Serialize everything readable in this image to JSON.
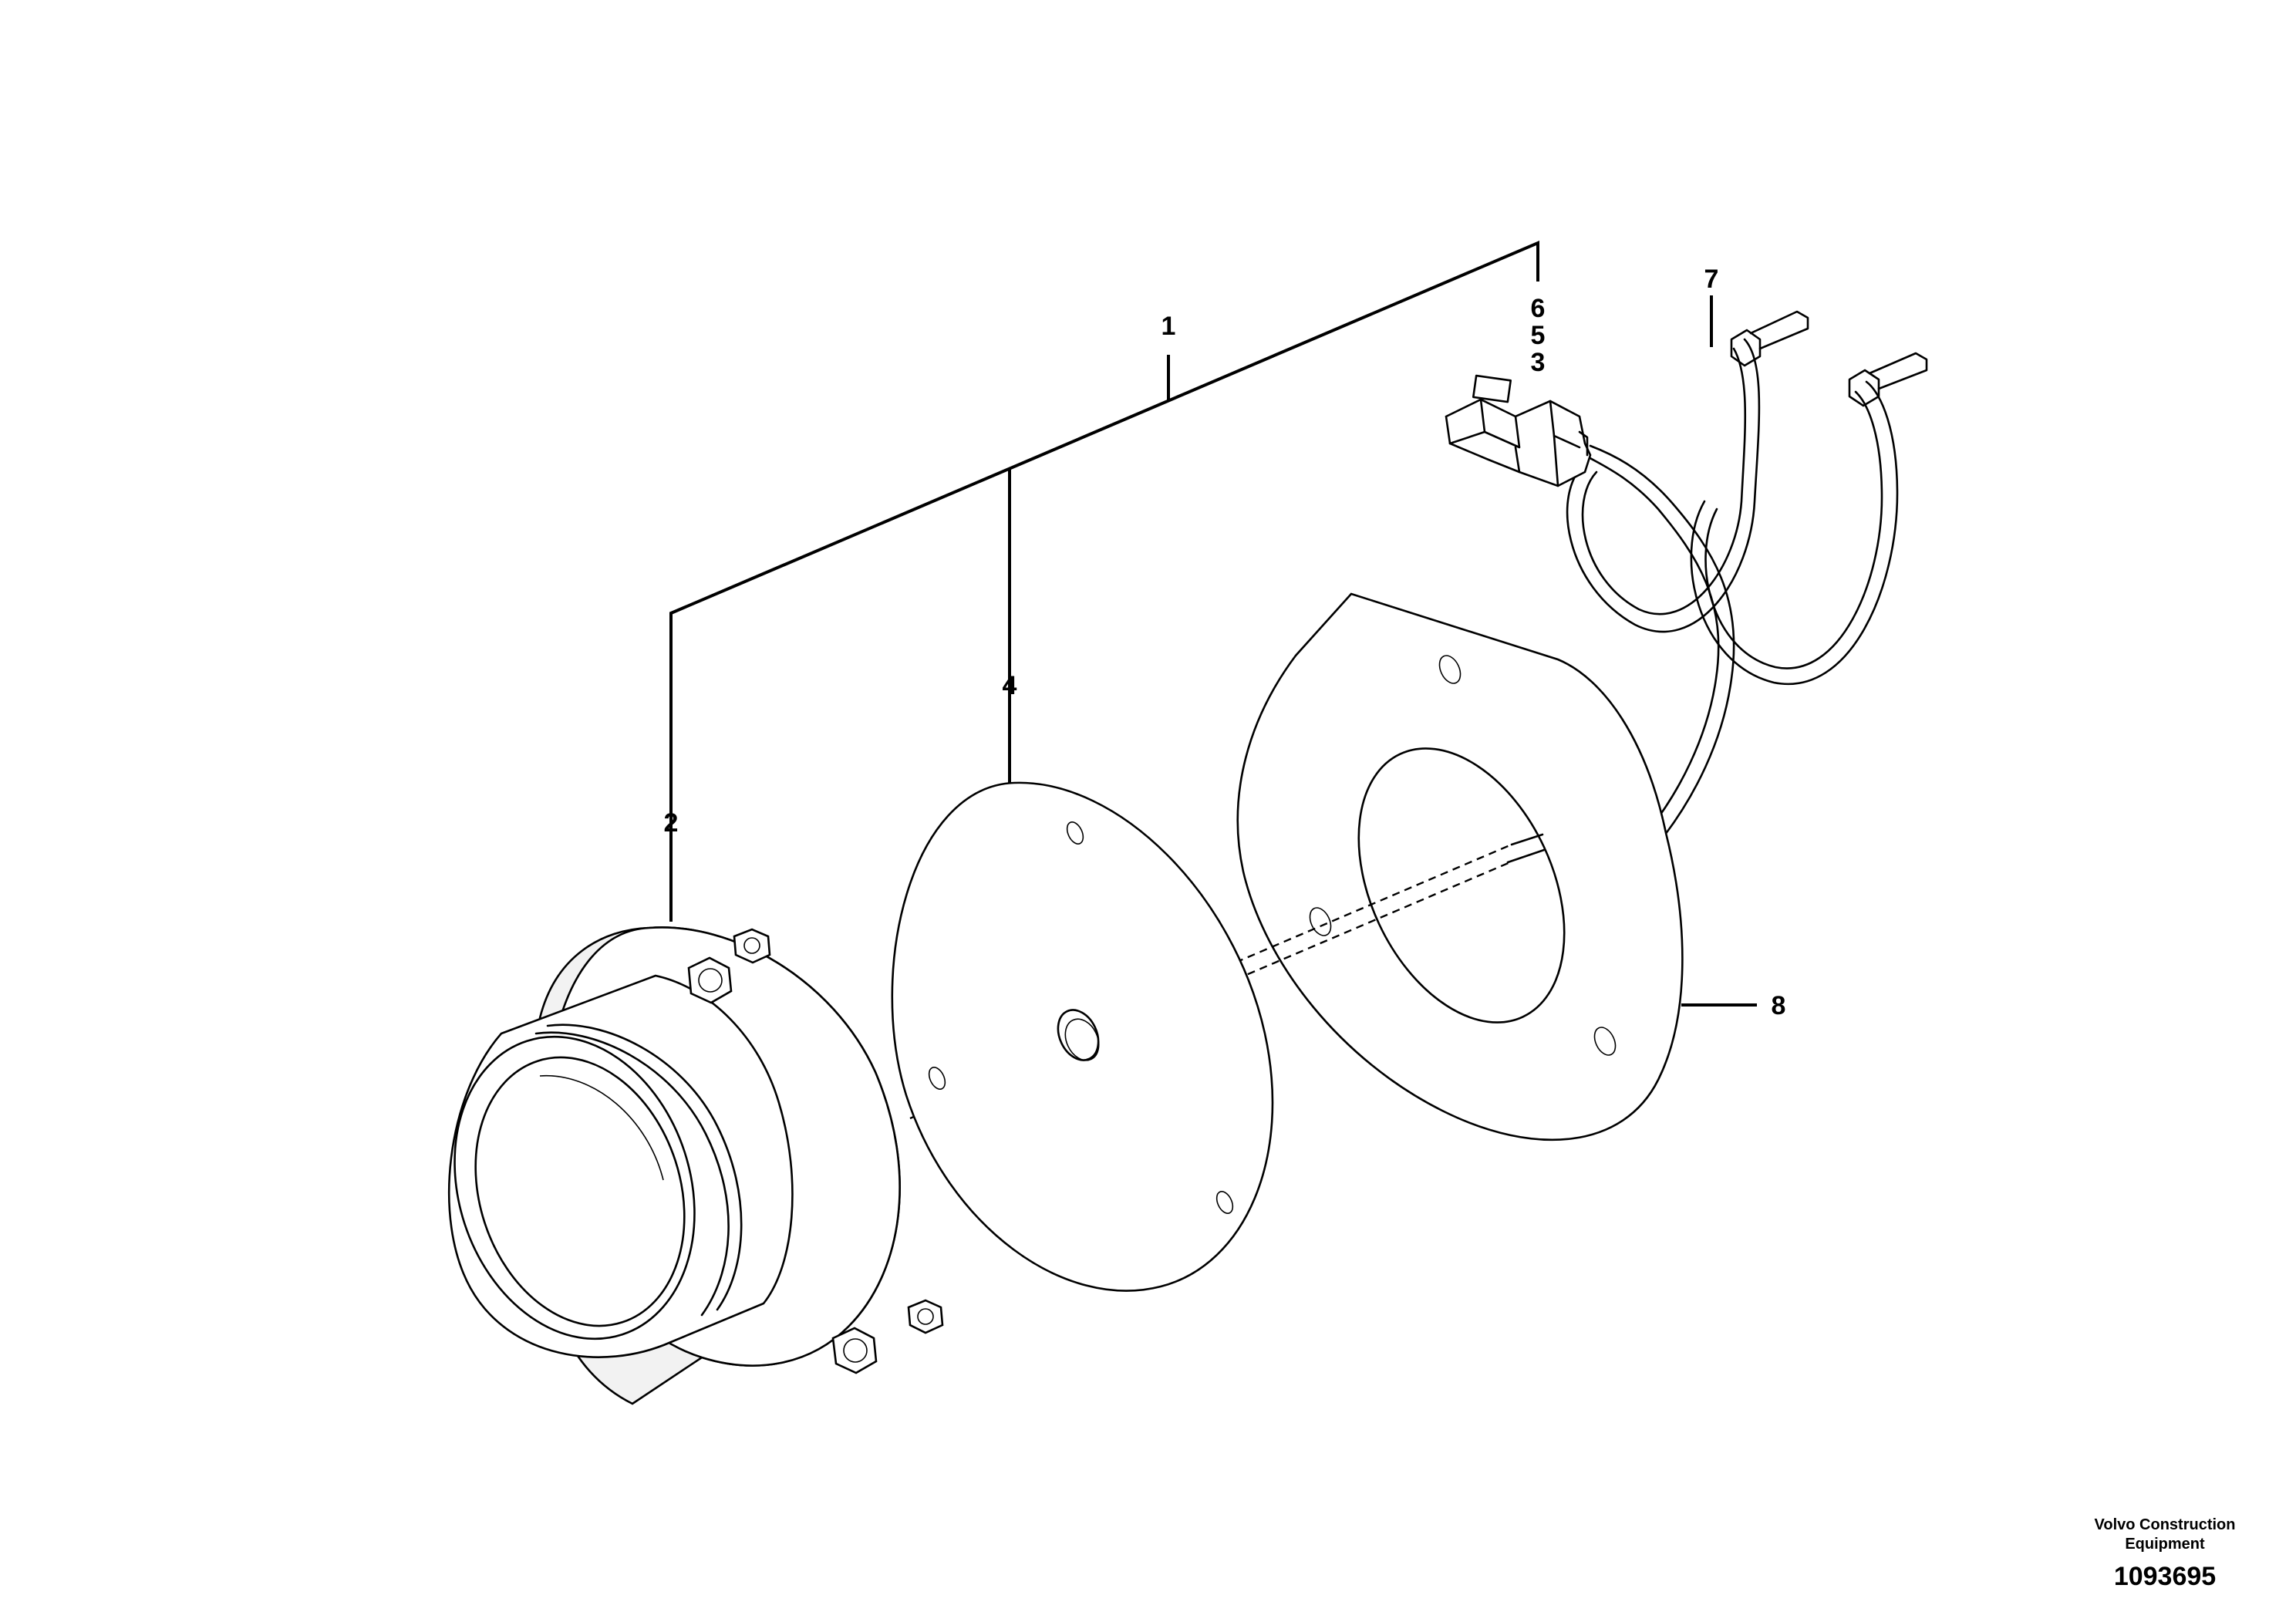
{
  "callouts": {
    "c1": "1",
    "c2": "2",
    "c3": "3",
    "c4": "4",
    "c5": "5",
    "c6": "6",
    "c7": "7",
    "c8": "8"
  },
  "footer": {
    "company_line1": "Volvo Construction",
    "company_line2": "Equipment",
    "drawing_number": "1093695"
  }
}
